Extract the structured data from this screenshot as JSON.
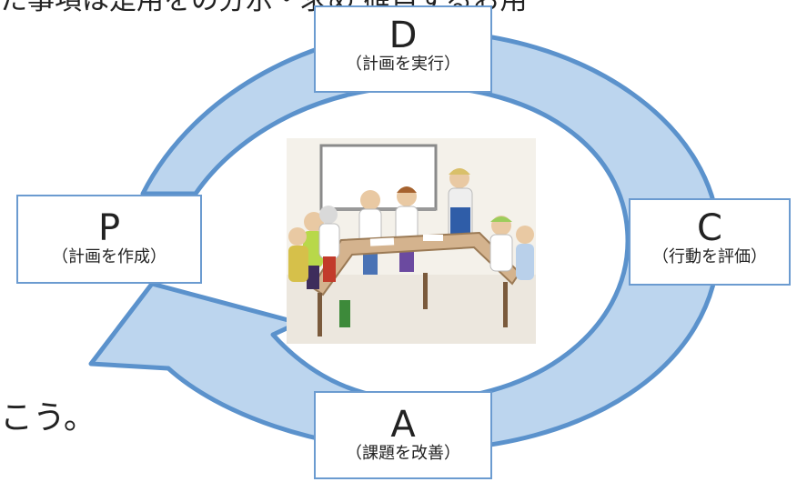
{
  "header_fragment": "た事項は是用をの分示・求め    確自するお用",
  "footer_fragment": "こう。",
  "colors": {
    "cycle_fill": "#bcd5ee",
    "cycle_stroke": "#5b92cc",
    "box_border": "#6b9bd0"
  },
  "stages": {
    "d": {
      "letter": "D",
      "desc": "（計画を実行）"
    },
    "p": {
      "letter": "P",
      "desc": "（計画を作成）"
    },
    "c": {
      "letter": "C",
      "desc": "（行動を評価）"
    },
    "a": {
      "letter": "A",
      "desc": "（課題を改善）"
    }
  },
  "illustration": {
    "subject": "meeting-room-illustration"
  }
}
